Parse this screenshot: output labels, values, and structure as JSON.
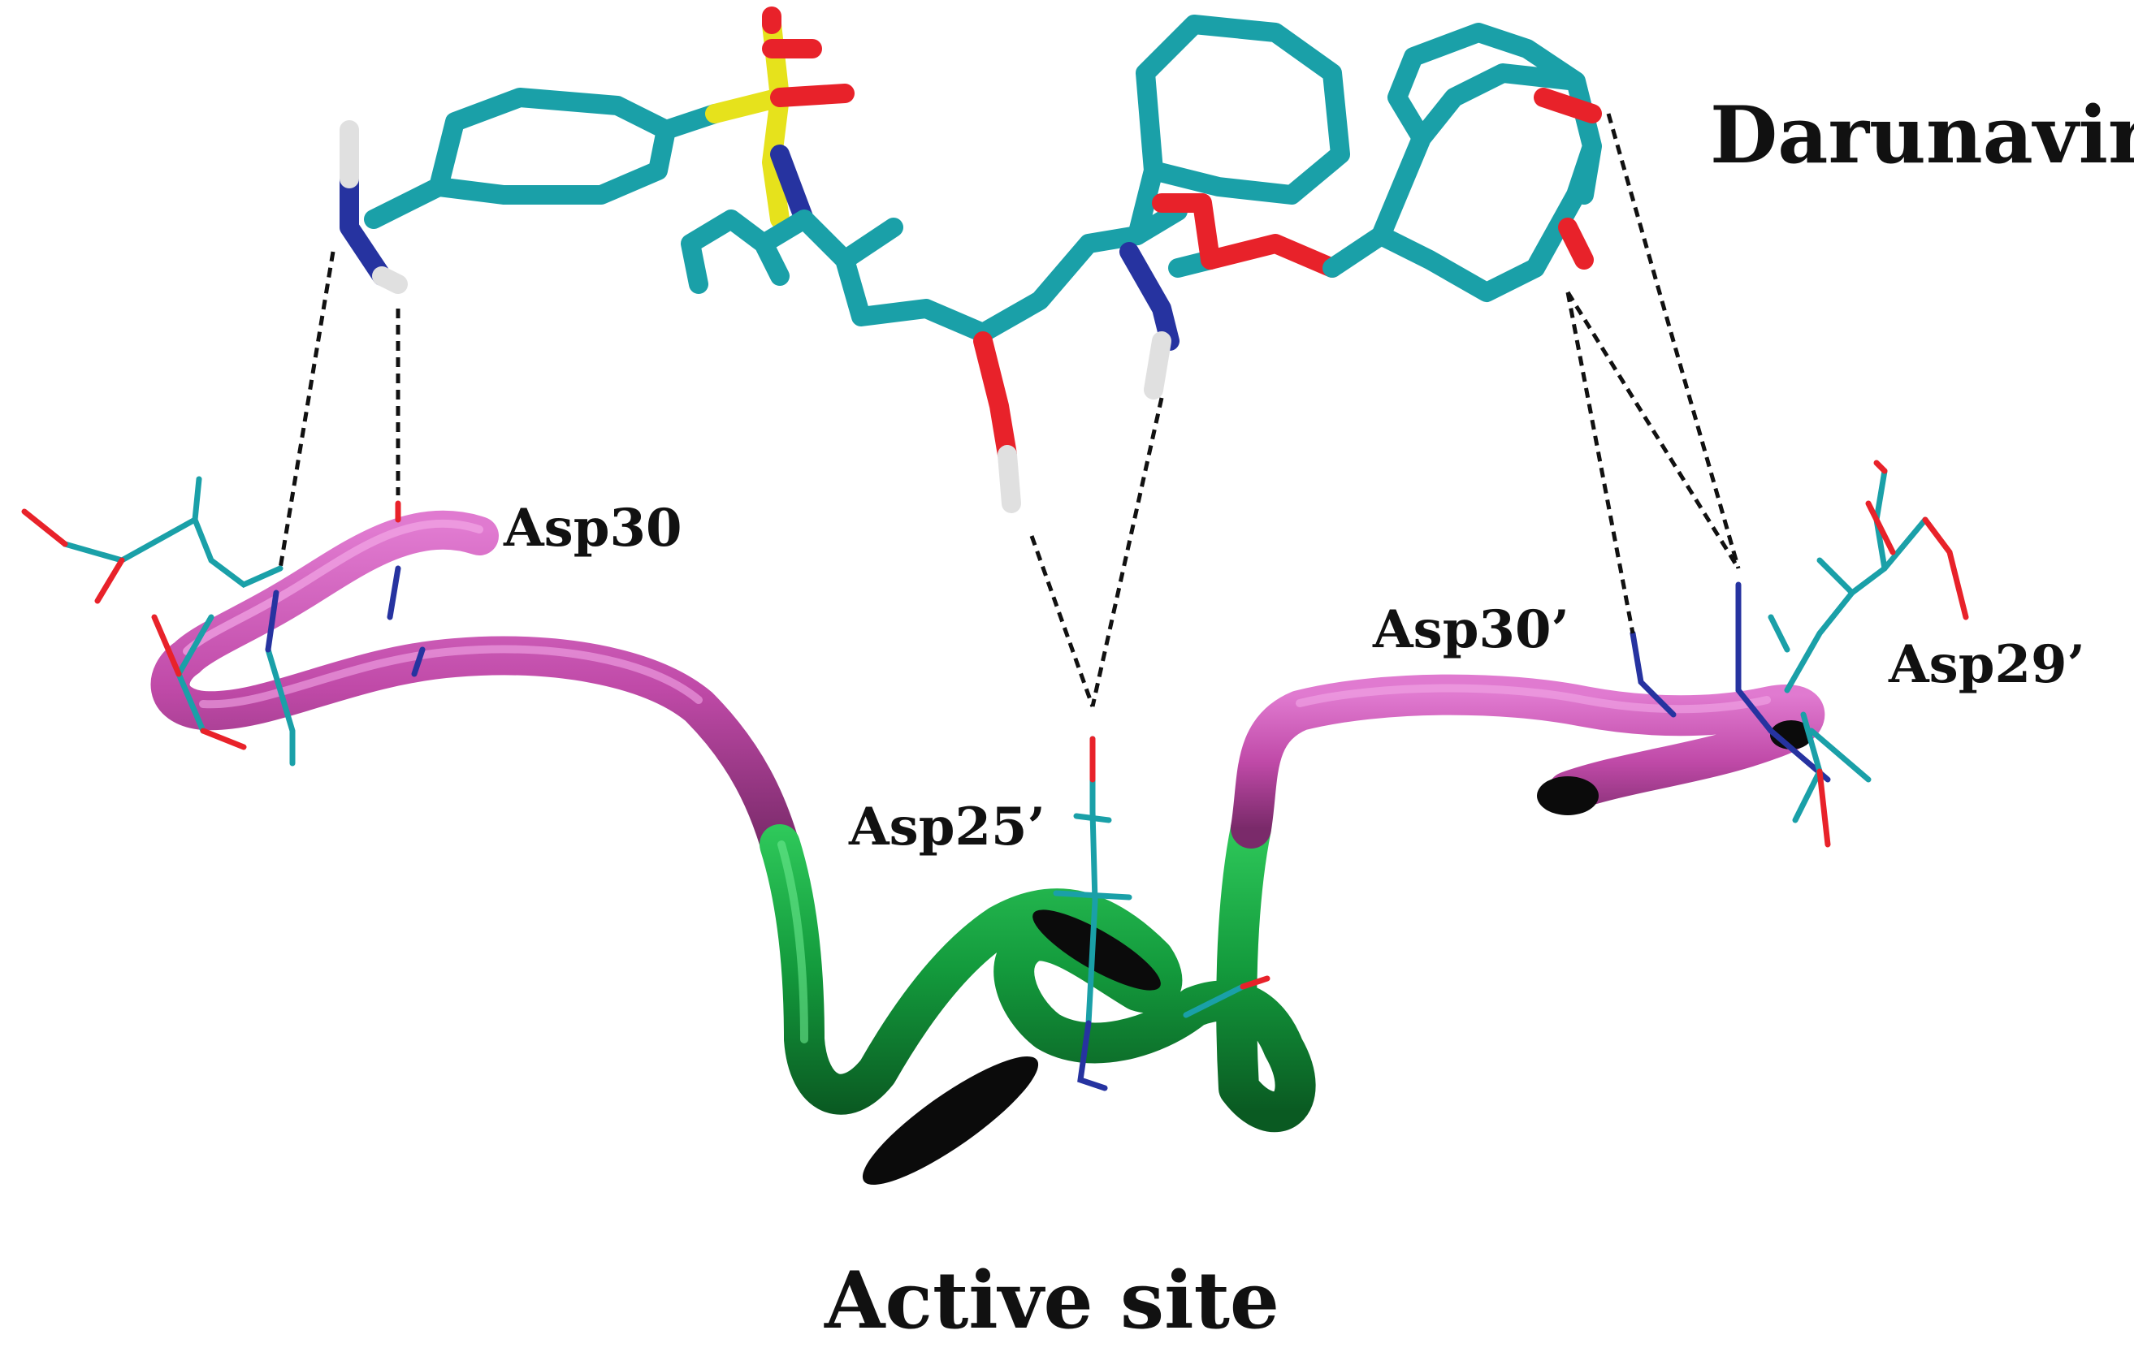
{
  "labels": {
    "molecule": "Darunavir",
    "site": "Active site",
    "residues": {
      "asp30": "Asp30",
      "asp30p": "Asp30’",
      "asp29p": "Asp29’",
      "asp25p": "Asp25’"
    }
  },
  "colors": {
    "carbon": "#1aa0a8",
    "nitrogen": "#2633a0",
    "oxygen": "#e8222a",
    "sulfur": "#e6e21c",
    "hydrogen": "#e0e0e0",
    "loop_magenta": "#c04aa8",
    "loop_green": "#139a3c",
    "hbond": "#111111",
    "text": "#111111"
  }
}
